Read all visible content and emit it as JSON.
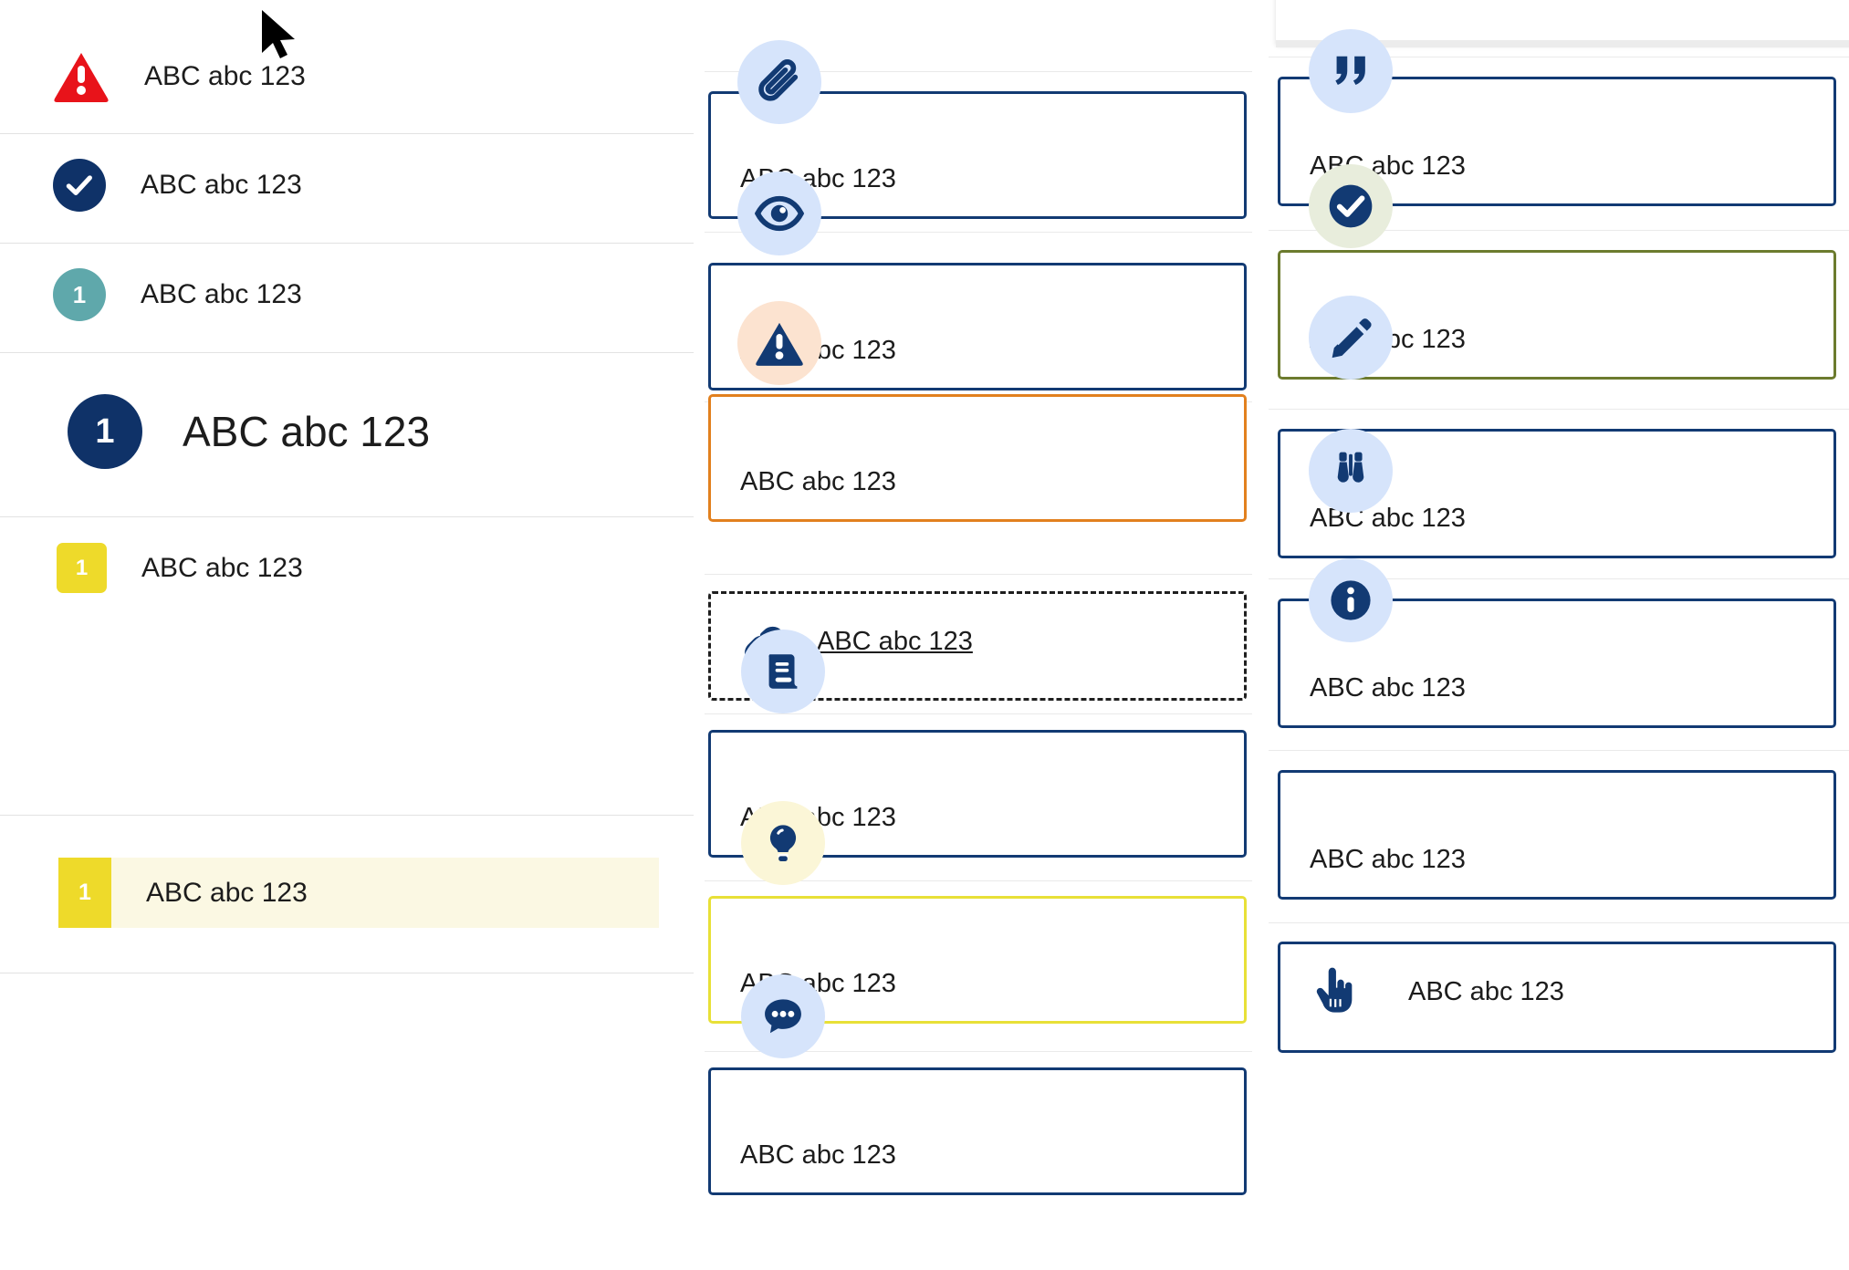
{
  "sample_text": "ABC abc 123",
  "colors": {
    "navy": "#123a73",
    "navy_dark": "#0f3268",
    "red": "#e8131a",
    "teal": "#5fa8ab",
    "yellow": "#eeda2a",
    "orange": "#e2801e",
    "olive": "#6c7b2e",
    "idea_yellow": "#e8e037",
    "chip_blue": "#d6e4fb",
    "chip_orange": "#fce3d0",
    "chip_green": "#e8eddc",
    "chip_yellow": "#fbf6d7",
    "highlight_bg": "#fbf8e3",
    "divider": "#e2e2e2",
    "text": "#1c1c1c"
  },
  "left_list": {
    "items": [
      {
        "icon": "warning-triangle-icon",
        "badge_text": "",
        "label": "ABC abc 123",
        "shape": "triangle",
        "color": "#e8131a"
      },
      {
        "icon": "check-circle-icon",
        "badge_text": "",
        "label": "ABC abc 123",
        "shape": "circle",
        "color": "#0f3268"
      },
      {
        "icon": "number-badge-icon",
        "badge_text": "1",
        "label": "ABC abc 123",
        "shape": "circle",
        "color": "#5fa8ab"
      },
      {
        "icon": "number-badge-large-icon",
        "badge_text": "1",
        "label": "ABC abc 123",
        "shape": "circle",
        "color": "#0f3268"
      },
      {
        "icon": "number-badge-square-icon",
        "badge_text": "1",
        "label": "ABC abc 123",
        "shape": "rounded-square",
        "color": "#eeda2a"
      }
    ],
    "highlighted_item": {
      "icon": "number-badge-flat-icon",
      "badge_text": "1",
      "label": "ABC abc 123",
      "shape": "flat-square",
      "color": "#eeda2a"
    }
  },
  "middle_column": {
    "cards": [
      {
        "icon": "paperclip-icon",
        "label": "ABC abc 123",
        "border": "navy",
        "chip": "blue",
        "style": "solid"
      },
      {
        "icon": "eye-icon",
        "label": "ABC abc 123",
        "border": "navy",
        "chip": "blue",
        "style": "solid"
      },
      {
        "icon": "alert-triangle-icon",
        "label": "ABC abc 123",
        "border": "orange",
        "chip": "orange",
        "style": "solid"
      },
      {
        "icon": "link-icon",
        "label": "ABC abc 123",
        "border": "black",
        "chip": "none",
        "style": "dashed",
        "link": true
      },
      {
        "icon": "book-icon",
        "label": "ABC abc 123",
        "border": "navy",
        "chip": "blue",
        "style": "solid"
      },
      {
        "icon": "lightbulb-icon",
        "label": "ABC abc 123",
        "border": "yellow",
        "chip": "yellow",
        "style": "solid"
      },
      {
        "icon": "chat-bubble-icon",
        "label": "ABC abc 123",
        "border": "navy",
        "chip": "blue",
        "style": "solid"
      }
    ]
  },
  "right_column": {
    "cards": [
      {
        "icon": "quote-icon",
        "label": "ABC abc 123",
        "border": "navy",
        "chip": "blue",
        "style": "solid"
      },
      {
        "icon": "check-circle-icon",
        "label": "ABC abc 123",
        "border": "olive",
        "chip": "green",
        "style": "solid"
      },
      {
        "icon": "pencil-icon",
        "label": "ABC abc 123",
        "border": "navy",
        "chip": "blue",
        "style": "solid"
      },
      {
        "icon": "binoculars-icon",
        "label": "ABC abc 123",
        "border": "navy",
        "chip": "blue",
        "style": "solid"
      },
      {
        "icon": "info-circle-icon",
        "label": "ABC abc 123",
        "border": "navy",
        "chip": "blue",
        "style": "solid"
      },
      {
        "icon": "hand-pointer-icon",
        "label": "ABC abc 123",
        "border": "navy",
        "chip": "none",
        "style": "solid"
      }
    ]
  },
  "cursor": {
    "icon": "mouse-pointer-icon"
  }
}
